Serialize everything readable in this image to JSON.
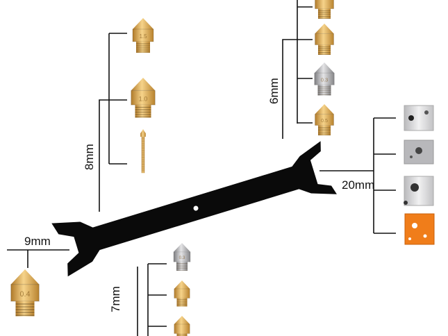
{
  "dimensions": {
    "d8": "8mm",
    "d6": "6mm",
    "d20": "20mm",
    "d9": "9mm",
    "d7": "7mm"
  },
  "nozzle_labels": {
    "n8a": "1.5",
    "n8b": "1.0",
    "n6c": "0.3",
    "n6d": "0.5",
    "n9": "0.4",
    "n7a": "0.3"
  },
  "colors": {
    "brass": "#e6b257",
    "steel": "#a9a9ab",
    "wrench": "#0a0a0a",
    "heater_orange": "#f07d1a",
    "heater_silver": "#d6d6d8"
  }
}
